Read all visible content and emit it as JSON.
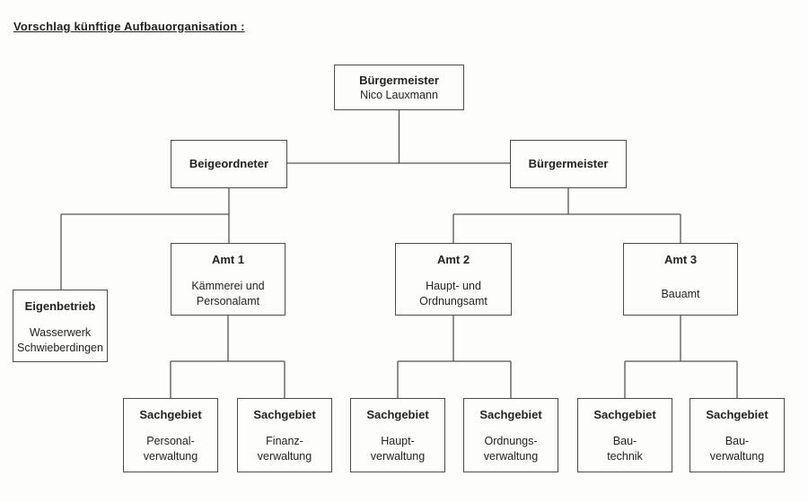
{
  "page": {
    "title": "Vorschlag künftige Aufbauorganisation :"
  },
  "org_chart": {
    "type": "org-tree",
    "colors": {
      "box_border": "#4b4b47",
      "connector_line": "#55544e",
      "text": "#232321",
      "background": "#fdfdfc"
    },
    "nodes": {
      "mayor_top": {
        "title": "Bürgermeister",
        "name": "Nico Lauxmann"
      },
      "deputy": {
        "title": "Beigeordneter"
      },
      "mayor_right": {
        "title": "Bürgermeister"
      },
      "eigenbetrieb": {
        "title": "Eigenbetrieb",
        "line1": "Wasserwerk",
        "line2": "Schwieberdingen"
      },
      "amt1": {
        "title": "Amt 1",
        "line1": "Kämmerei und",
        "line2": "Personalamt"
      },
      "amt2": {
        "title": "Amt 2",
        "line1": "Haupt- und",
        "line2": "Ordnungsamt"
      },
      "amt3": {
        "title": "Amt 3",
        "line1": "Bauamt"
      },
      "sg_personal": {
        "title": "Sachgebiet",
        "line1": "Personal-",
        "line2": "verwaltung"
      },
      "sg_finanz": {
        "title": "Sachgebiet",
        "line1": "Finanz-",
        "line2": "verwaltung"
      },
      "sg_haupt": {
        "title": "Sachgebiet",
        "line1": "Haupt-",
        "line2": "verwaltung"
      },
      "sg_ordnung": {
        "title": "Sachgebiet",
        "line1": "Ordnungs-",
        "line2": "verwaltung"
      },
      "sg_bautech": {
        "title": "Sachgebiet",
        "line1": "Bau-",
        "line2": "technik"
      },
      "sg_bauverw": {
        "title": "Sachgebiet",
        "line1": "Bau-",
        "line2": "verwaltung"
      }
    },
    "edges": [
      "mayor_top - deputy",
      "mayor_top - mayor_right",
      "deputy - eigenbetrieb",
      "deputy - amt1",
      "mayor_right - amt2",
      "mayor_right - amt3",
      "amt1 - sg_personal",
      "amt1 - sg_finanz",
      "amt2 - sg_haupt",
      "amt2 - sg_ordnung",
      "amt3 - sg_bautech",
      "amt3 - sg_bauverw"
    ]
  }
}
